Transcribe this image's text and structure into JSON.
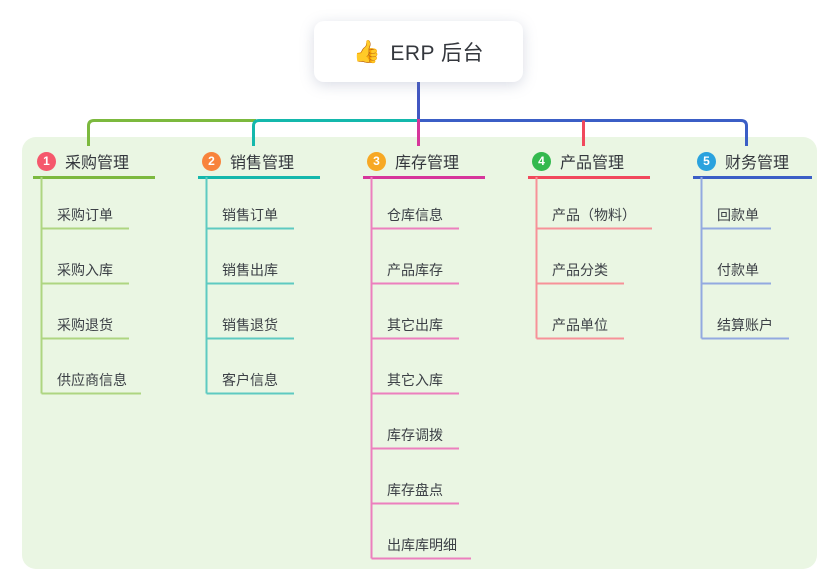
{
  "root": {
    "icon": "👍",
    "icon_name": "thumbs-up-icon",
    "label": "ERP 后台",
    "connector_color": "#4257c2"
  },
  "panel": {
    "background": "#eaf6e3"
  },
  "branches": [
    {
      "badge": "1",
      "label": "采购管理",
      "badge_color": "#f5586c",
      "line_color": "#7cb93e",
      "child_line_color": "#aed581",
      "children": [
        "采购订单",
        "采购入库",
        "采购退货",
        "供应商信息"
      ]
    },
    {
      "badge": "2",
      "label": "销售管理",
      "badge_color": "#f8833c",
      "line_color": "#14b8ac",
      "child_line_color": "#5ecac1",
      "children": [
        "销售订单",
        "销售出库",
        "销售退货",
        "客户信息"
      ]
    },
    {
      "badge": "3",
      "label": "库存管理",
      "badge_color": "#f7a824",
      "line_color": "#d6369b",
      "child_line_color": "#ec7fbe",
      "children": [
        "仓库信息",
        "产品库存",
        "其它出库",
        "其它入库",
        "库存调拨",
        "库存盘点",
        "出库库明细"
      ]
    },
    {
      "badge": "4",
      "label": "产品管理",
      "badge_color": "#33b94e",
      "line_color": "#f1485c",
      "child_line_color": "#f79198",
      "children": [
        "产品（物料）",
        "产品分类",
        "产品单位"
      ]
    },
    {
      "badge": "5",
      "label": "财务管理",
      "badge_color": "#2aa2de",
      "line_color": "#3b5ec6",
      "child_line_color": "#93a9e0",
      "children": [
        "回款单",
        "付款单",
        "结算账户"
      ]
    }
  ]
}
